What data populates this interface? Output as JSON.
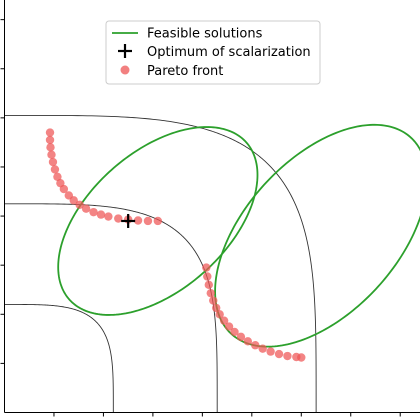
{
  "colors": {
    "feasible": "#2ca02c",
    "pareto": "#ee5555",
    "contour": "#333333",
    "optimum": "#000000"
  },
  "chart_data": {
    "type": "line",
    "title": "",
    "xlabel": "",
    "ylabel": "",
    "xlim": [
      0,
      8.4
    ],
    "ylim": [
      0,
      8.4
    ],
    "grid": false,
    "legend_placement": "top-center",
    "legend": [
      {
        "label": "Feasible solutions",
        "marker": "line"
      },
      {
        "label": "Optimum of scalarization",
        "marker": "plus"
      },
      {
        "label": "Pareto front",
        "marker": "dot"
      }
    ],
    "feasible_sets": [
      {
        "name": "Feasible solutions",
        "cx": 3.1,
        "cy": 3.9,
        "rx": 2.4,
        "ry": 1.4,
        "rotation_deg": 42
      },
      {
        "name": "Feasible solutions",
        "cx": 6.4,
        "cy": 3.6,
        "rx": 2.7,
        "ry": 1.55,
        "rotation_deg": 48
      }
    ],
    "contours": [
      {
        "a": 4.3,
        "b": 4.25,
        "p": 4
      },
      {
        "a": 6.3,
        "b": 6.05,
        "p": 4
      },
      {
        "a": 2.2,
        "b": 2.2,
        "p": 4
      }
    ],
    "pareto_front": [
      {
        "name": "Pareto front",
        "x": [
          0.92,
          0.92,
          0.93,
          0.95,
          0.98,
          1.02,
          1.07,
          1.13,
          1.2,
          1.3,
          1.4,
          1.52,
          1.65,
          1.8,
          1.95,
          2.1,
          2.3,
          2.5,
          2.7,
          2.9,
          3.1
        ],
        "y": [
          5.7,
          5.55,
          5.4,
          5.25,
          5.1,
          4.95,
          4.8,
          4.67,
          4.55,
          4.42,
          4.32,
          4.23,
          4.15,
          4.08,
          4.03,
          3.99,
          3.95,
          3.93,
          3.91,
          3.9,
          3.9
        ]
      },
      {
        "name": "Pareto front",
        "x": [
          4.08,
          4.1,
          4.13,
          4.17,
          4.22,
          4.28,
          4.35,
          4.44,
          4.54,
          4.65,
          4.78,
          4.92,
          5.07,
          5.22,
          5.38,
          5.55,
          5.72,
          5.9,
          6.0
        ],
        "y": [
          2.95,
          2.77,
          2.6,
          2.43,
          2.28,
          2.13,
          2.0,
          1.87,
          1.75,
          1.64,
          1.54,
          1.45,
          1.37,
          1.3,
          1.24,
          1.19,
          1.15,
          1.13,
          1.12
        ]
      }
    ],
    "optimum": {
      "name": "Optimum of scalarization",
      "x": 2.5,
      "y": 3.9
    }
  }
}
